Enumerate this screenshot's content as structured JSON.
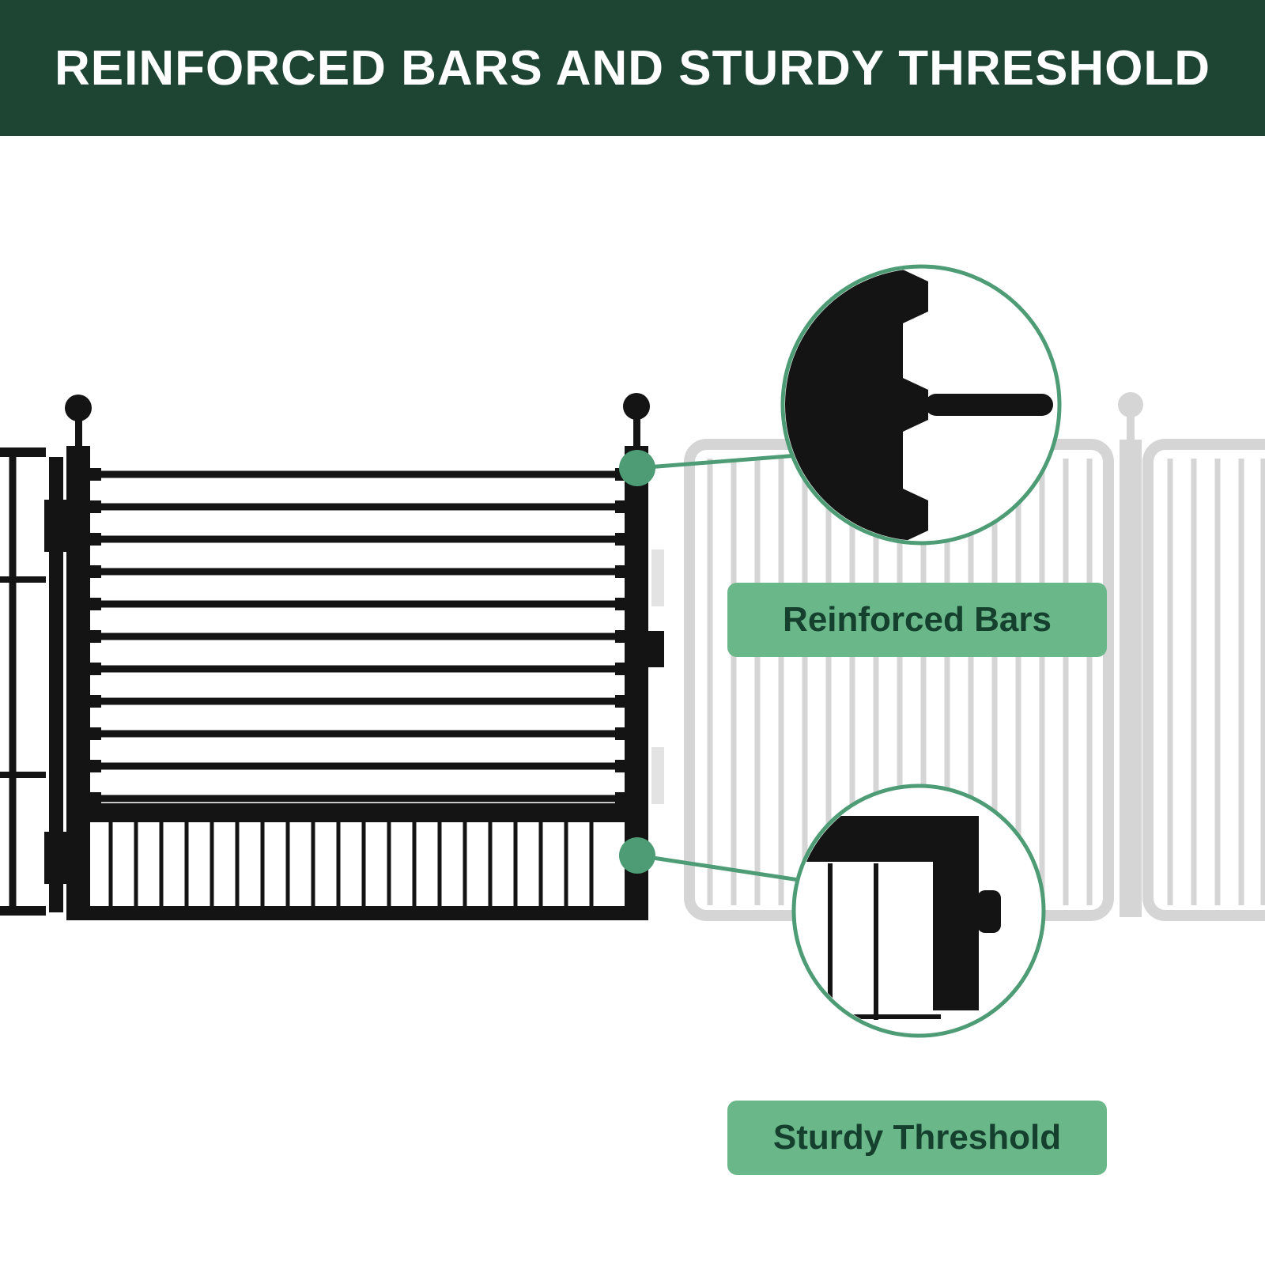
{
  "header": {
    "title": "REINFORCED BARS AND STURDY THRESHOLD"
  },
  "callouts": [
    {
      "label": "Reinforced Bars"
    },
    {
      "label": "Sturdy Threshold"
    }
  ],
  "colors": {
    "header_bg": "#1e4433",
    "header_text": "#ffffff",
    "label_bg": "#6ab88a",
    "label_text": "#15402e",
    "accent_green": "#4d9c75",
    "fence_black": "#141414",
    "fence_gray": "#d5d5d5",
    "background": "#ffffff"
  }
}
